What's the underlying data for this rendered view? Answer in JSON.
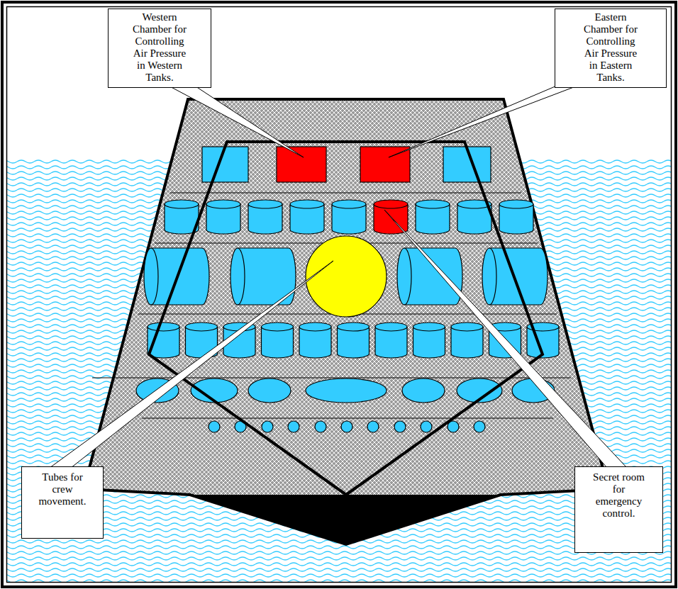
{
  "diagram": {
    "nodes": [
      {
        "text": [
          "Western Chamber for Controlling Air Pressure in Western Tanks."
        ]
      },
      {
        "text": [
          "Eastern Chamber for Controlling Air Pressure in Eastern Tanks."
        ]
      },
      {
        "text": [
          "Tubes for crew movement."
        ]
      },
      {
        "text": [
          "Secret room for emergency control."
        ]
      }
    ]
  }
}
